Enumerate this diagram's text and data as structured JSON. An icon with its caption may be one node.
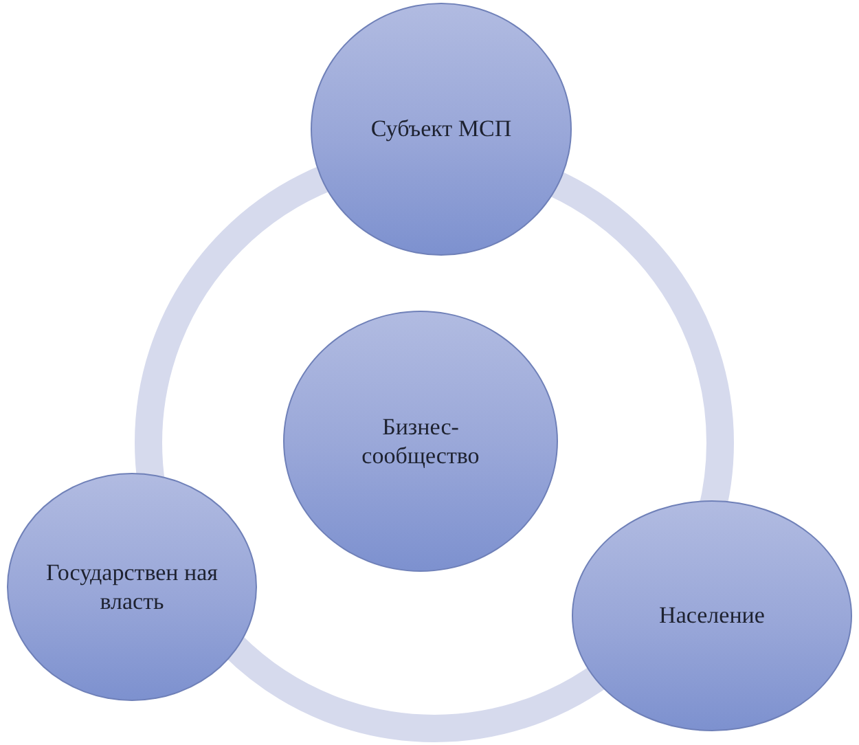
{
  "diagram": {
    "nodes": [
      {
        "text": [
          "Субъект МСП"
        ]
      },
      {
        "text": [
          "Бизнес-сообщество"
        ]
      },
      {
        "text": [
          "Государствен ная власть"
        ]
      },
      {
        "text": [
          "Население"
        ]
      }
    ]
  }
}
